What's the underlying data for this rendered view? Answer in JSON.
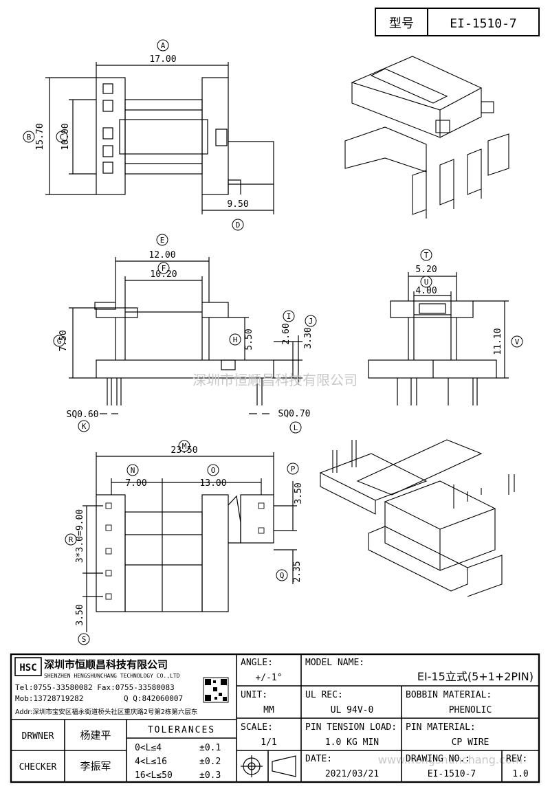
{
  "model": {
    "label": "型号",
    "value": "EI-1510-7"
  },
  "view_top": {
    "dims": [
      {
        "letter": "A",
        "value": "17.00"
      },
      {
        "letter": "B",
        "value": "15.70"
      },
      {
        "letter": "C",
        "value": "10.00"
      },
      {
        "letter": "D",
        "value": "9.50"
      }
    ]
  },
  "view_front": {
    "dims": [
      {
        "letter": "E",
        "value": "12.00"
      },
      {
        "letter": "F",
        "value": "10.20"
      },
      {
        "letter": "G",
        "value": "7.50"
      },
      {
        "letter": "H",
        "value": "5.50"
      },
      {
        "letter": "I",
        "value": "2.60"
      },
      {
        "letter": "J",
        "value": "3.30"
      },
      {
        "letter": "K",
        "value": "SQ0.60"
      },
      {
        "letter": "L",
        "value": "SQ0.70"
      }
    ]
  },
  "view_side": {
    "dims": [
      {
        "letter": "T",
        "value": "5.20"
      },
      {
        "letter": "U",
        "value": "4.00"
      },
      {
        "letter": "V",
        "value": "11.10"
      }
    ]
  },
  "view_bottom": {
    "dims": [
      {
        "letter": "M",
        "value": "23.50"
      },
      {
        "letter": "N",
        "value": "7.00"
      },
      {
        "letter": "O",
        "value": "13.00"
      },
      {
        "letter": "P",
        "value": "3.50"
      },
      {
        "letter": "R",
        "value": "3*3.0=9.00"
      },
      {
        "letter": "Q",
        "value": "2.35"
      },
      {
        "letter": "S",
        "value": "3.50"
      }
    ]
  },
  "watermark": "深圳市恒顺昌科技有限公司",
  "watermark_url": "www.hengshunchang.com",
  "company": {
    "logo_letters": "HSC",
    "name_cn": "深圳市恒顺昌科技有限公司",
    "name_en": "SHENZHEN HENGSHUNCHANG TECHNOLOGY CO.,LTD",
    "tel_fax": "Tel:0755-33580082 Fax:0755-33580083",
    "mob": "Mob:13728719282",
    "qq": "Q  Q:842060007",
    "addr": "Addr:深圳市宝安区福永街道桥头社区重庆路2号第2栋第六层东"
  },
  "title_block": {
    "angle_label": "ANGLE:",
    "angle_value": "+/-1°",
    "unit_label": "UNIT:",
    "unit_value": "MM",
    "scale_label": "SCALE:",
    "scale_value": "1/1",
    "model_name_label": "MODEL NAME:",
    "model_name_value": "EI-15立式(5+1+2PIN)",
    "ul_label": "UL REC:",
    "ul_value": "UL 94V-0",
    "bobbin_label": "BOBBIN MATERIAL:",
    "bobbin_value": "PHENOLIC",
    "tension_label": "PIN TENSION LOAD:",
    "tension_value": "1.0 KG MIN",
    "pin_label": "PIN MATERIAL:",
    "pin_value": "CP WIRE",
    "date_label": "DATE:",
    "date_value": "2021/03/21",
    "drawing_label": "DRAWING NO.:",
    "drawing_value": "EI-1510-7",
    "rev_label": "REV:",
    "rev_value": "1.0",
    "drawer_label": "DRWNER",
    "drawer_value": "杨建平",
    "checker_label": "CHECKER",
    "checker_value": "李振军",
    "tolerances_label": "TOLERANCES",
    "tolerances": [
      {
        "range": "0<L≤4",
        "value": "±0.1"
      },
      {
        "range": "4<L≤16",
        "value": "±0.2"
      },
      {
        "range": "16<L≤50",
        "value": "±0.3"
      }
    ]
  }
}
